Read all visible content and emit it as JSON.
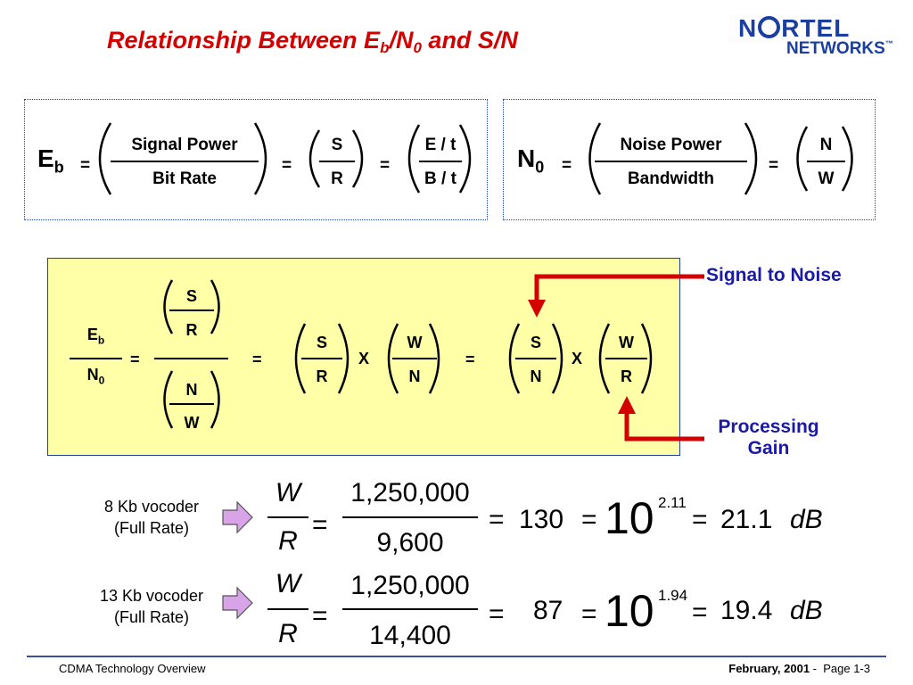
{
  "title": {
    "main": "Relationship Between E",
    "sub_b": "b",
    "mid": "/N",
    "sub_0": "0",
    "end": " and S/N"
  },
  "logo": {
    "line1a": "N",
    "line1b": "RTEL",
    "line2": "NETWORKS",
    "trademark": "™"
  },
  "eb_box": {
    "symbol": "E",
    "symbol_sub": "b",
    "eq1": "=",
    "frac1_num": "Signal Power",
    "frac1_den": "Bit Rate",
    "eq2": "=",
    "frac2_num": "S",
    "frac2_den": "R",
    "eq3": "=",
    "frac3_num": "E / t",
    "frac3_den": "B / t"
  },
  "n0_box": {
    "symbol": "N",
    "symbol_sub": "0",
    "eq1": "=",
    "frac1_num": "Noise Power",
    "frac1_den": "Bandwidth",
    "eq2": "=",
    "frac2_num": "N",
    "frac2_den": "W"
  },
  "ratio_box": {
    "lhs_num": "E",
    "lhs_num_sub": "b",
    "lhs_den": "N",
    "lhs_den_sub": "0",
    "eq1": "=",
    "cf_top_num": "S",
    "cf_top_den": "R",
    "cf_bot_num": "N",
    "cf_bot_den": "W",
    "eq2": "=",
    "p1_num": "S",
    "p1_den": "R",
    "times1": "X",
    "p2_num": "W",
    "p2_den": "N",
    "eq3": "=",
    "p3_num": "S",
    "p3_den": "N",
    "times2": "X",
    "p4_num": "W",
    "p4_den": "R"
  },
  "callouts": {
    "signal_to_noise": "Signal to Noise",
    "processing_gain_line1": "Processing",
    "processing_gain_line2": "Gain",
    "color": "#d40000"
  },
  "calc1": {
    "label_line1": "8 Kb vocoder",
    "label_line2": "(Full Rate)",
    "lhs_num": "W",
    "lhs_den": "R",
    "eq1": "=",
    "num": "1,250,000",
    "den": "9,600",
    "eq2": "=",
    "value": "130",
    "eq3": "=",
    "base": "10",
    "exponent": "2.11",
    "eq4": "=",
    "db_value": "21.1",
    "db_unit": "dB"
  },
  "calc2": {
    "label_line1": "13 Kb vocoder",
    "label_line2": "(Full Rate)",
    "lhs_num": "W",
    "lhs_den": "R",
    "eq1": "=",
    "num": "1,250,000",
    "den": "14,400",
    "eq2": "=",
    "value": "87",
    "eq3": "=",
    "base": "10",
    "exponent": "1.94",
    "eq4": "=",
    "db_value": "19.4",
    "db_unit": "dB"
  },
  "footer": {
    "left": "CDMA Technology Overview",
    "date": "February, 2001",
    "sep": " -  ",
    "page": "Page 1-3"
  },
  "colors": {
    "title": "#d40000",
    "accent_blue": "#1a1aa6",
    "highlight": "#ffffa8",
    "arrow_fill": "#d9a3e8"
  }
}
